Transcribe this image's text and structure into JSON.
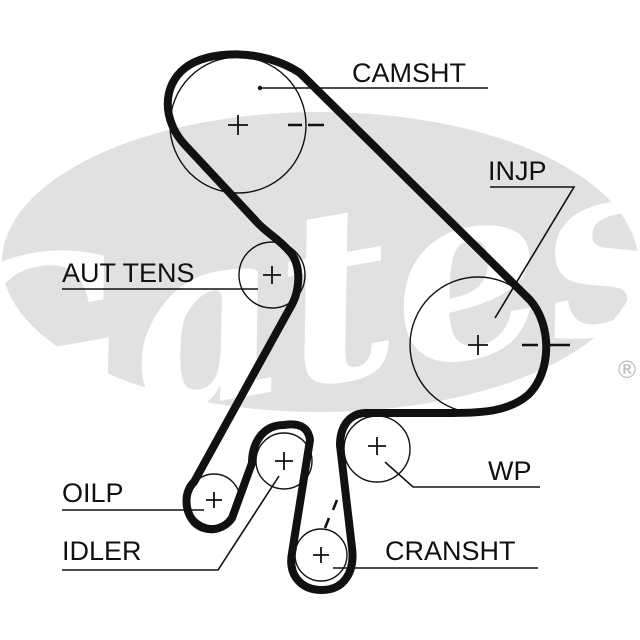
{
  "brand": {
    "logo_text": "Gates",
    "registered_mark": "®",
    "logo_color": "#e1e1e1"
  },
  "labels": {
    "camshaft": "CAMSHT",
    "injection_pump": "INJP",
    "auto_tensioner": "AUT TENS",
    "oil_pump": "OILP",
    "idler": "IDLER",
    "water_pump": "WP",
    "crankshaft": "CRANSHT"
  },
  "colors": {
    "belt": "#111111",
    "background": "#ffffff"
  }
}
